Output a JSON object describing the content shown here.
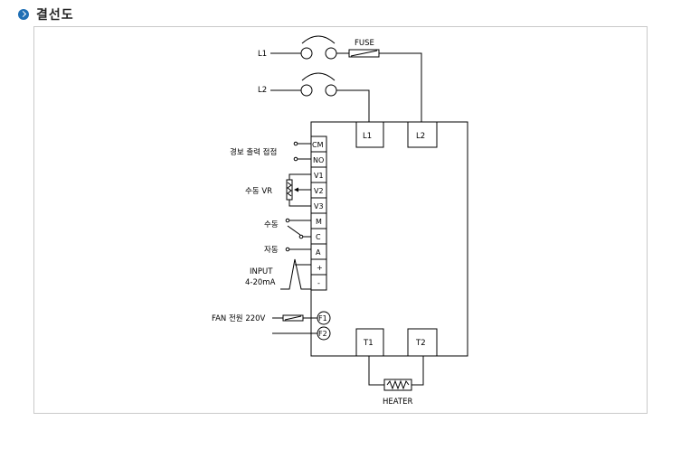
{
  "section": {
    "title": "결선도"
  },
  "diagram": {
    "inputs": {
      "l1": "L1",
      "l2": "L2",
      "fuse": "FUSE"
    },
    "terminals_top": {
      "l1": "L1",
      "l2": "L2"
    },
    "terminals_bottom": {
      "t1": "T1",
      "t2": "T2"
    },
    "heater": "HEATER",
    "side_terminals": [
      "CM",
      "NO",
      "V1",
      "V2",
      "V3",
      "M",
      "C",
      "A",
      "+",
      "-"
    ],
    "labels": {
      "alarm": "경보 출력 접점",
      "manual_vr": "수동 VR",
      "manual": "수동",
      "auto": "자동",
      "input_line1": "INPUT",
      "input_line2": "4-20mA",
      "fan": "FAN 전원 220V"
    },
    "fan_terminals": {
      "f1": "F1",
      "f2": "F2"
    }
  }
}
